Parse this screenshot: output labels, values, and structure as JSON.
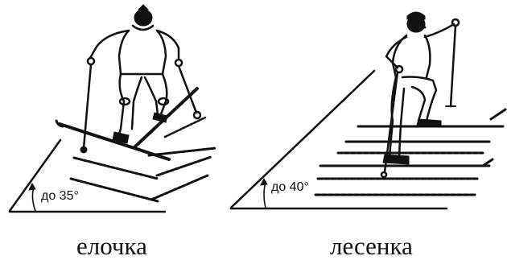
{
  "left_figure": {
    "angle_label": "до 35°",
    "caption": "елочка"
  },
  "right_figure": {
    "angle_label": "до 40°",
    "caption": "лесенка"
  }
}
